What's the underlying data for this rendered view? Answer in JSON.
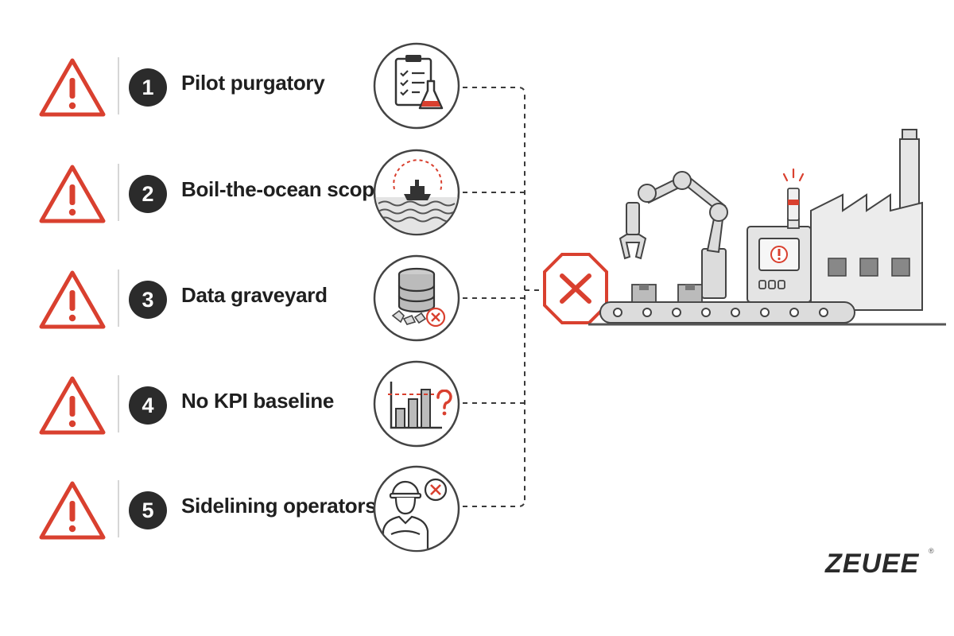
{
  "items": [
    {
      "number": "1",
      "label": "Pilot purgatory",
      "icon": "clipboard-flask-icon"
    },
    {
      "number": "2",
      "label": "Boil-the-ocean scope",
      "icon": "ship-ocean-icon"
    },
    {
      "number": "3",
      "label": "Data graveyard",
      "icon": "database-broken-icon"
    },
    {
      "number": "4",
      "label": "No KPI baseline",
      "icon": "bar-chart-question-icon"
    },
    {
      "number": "5",
      "label": "Sidelining operators",
      "icon": "operator-rejected-icon"
    }
  ],
  "warning_icon": "warning-triangle-icon",
  "stop_sign_icon": "stop-x-icon",
  "factory_icon": "factory-assembly-line-icon",
  "brand": {
    "logo_text": "ZEUEE",
    "registered": "®"
  },
  "colors": {
    "accent_red": "#d9402f",
    "dark": "#2b2b2b",
    "line_gray": "#555555",
    "light_gray": "#e6e6e6"
  }
}
